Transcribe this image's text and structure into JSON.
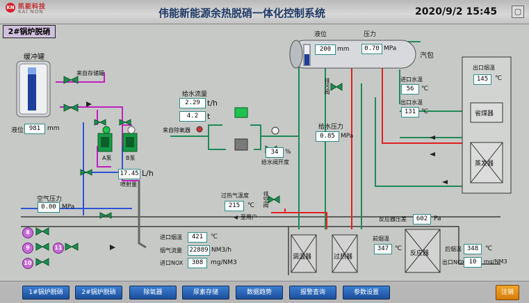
{
  "header": {
    "logo_text_cn": "凯能科技",
    "logo_text_en": "KAI NON",
    "logo_mark": "KN",
    "title": "伟能新能源余热脱硝一体化控制系统",
    "datetime": "2020/9/2 15:45",
    "window_button": "▢"
  },
  "panel_title": "2#锅炉脱硝",
  "buffer_tank": {
    "label": "缓冲罐",
    "level_label": "液位",
    "level_value": "981",
    "level_unit": "mm",
    "from_storage": "来自存储罐"
  },
  "pumps": {
    "a_label": "A泵",
    "b_label": "B泵",
    "spray_value": "17.45",
    "spray_unit": "L/h",
    "spray_label": "喷射量"
  },
  "air_pressure": {
    "label": "空气压力",
    "value": "0.00",
    "unit": "MPa"
  },
  "feedwater_flow": {
    "label": "给水流量",
    "rate_value": "2.29",
    "rate_unit": "t/h",
    "total_value": "4.2",
    "total_unit": "t",
    "from_deaerator": "来自除氧器"
  },
  "feedwater_valve": {
    "value": "34",
    "unit": "%",
    "label": "给水阀开度"
  },
  "feedwater_pressure": {
    "label": "给水压力",
    "value": "0.85",
    "unit": "MPa"
  },
  "drum": {
    "level_label": "液位",
    "level_value": "200",
    "level_unit": "mm",
    "pressure_label": "压力",
    "pressure_value": "0.70",
    "pressure_unit": "MPa",
    "name": "汽包"
  },
  "drain_valve": {
    "label": "排污阀"
  },
  "vent_valve": {
    "label": "排空阀"
  },
  "superheat_temp": {
    "label": "过热气温度",
    "value": "215",
    "unit": "℃",
    "to_user": "至用户"
  },
  "inlet_water_temp": {
    "label": "进口水温",
    "value": "56",
    "unit": "℃"
  },
  "outlet_water_temp": {
    "label": "出口水温",
    "value": "131",
    "unit": "℃"
  },
  "outlet_flue_temp": {
    "label": "出口烟温",
    "value": "145",
    "unit": "℃"
  },
  "equipment": {
    "economizer": "省煤器",
    "evaporator": "蒸发器",
    "attemperator": "调温器",
    "superheater": "过热器",
    "reactor": "反应器"
  },
  "reactor_dp": {
    "label": "反应器压差",
    "value": "602",
    "unit": "Pa"
  },
  "inlet_flue": {
    "label": "进口烟温",
    "value": "421",
    "unit": "℃"
  },
  "flue_flow": {
    "label": "烟气流量",
    "value": "22889",
    "unit": "NM3/h"
  },
  "inlet_nox": {
    "label": "进口NOX",
    "value": "308",
    "unit": "mg/NM3"
  },
  "front_temp": {
    "label": "前烟温",
    "value": "347",
    "unit": "℃"
  },
  "rear_temp": {
    "label": "后烟温",
    "value": "348",
    "unit": "℃"
  },
  "outlet_nox": {
    "label": "出口NOX",
    "value": "10",
    "unit": "mg/NM3"
  },
  "valve_numbers": [
    "8",
    "9",
    "11",
    "10"
  ],
  "nav": [
    "1#锅炉脱硝",
    "2#锅炉脱硝",
    "除氧器",
    "尿素存储",
    "数据趋势",
    "报警查询",
    "参数设置"
  ],
  "logout": "注销",
  "colors": {
    "water_pipe": "#1f8a58",
    "steam_pipe": "#e02020",
    "urea_pipe": "#c020c0",
    "air_pipe": "#2d52d8",
    "flue_line": "#222222"
  }
}
